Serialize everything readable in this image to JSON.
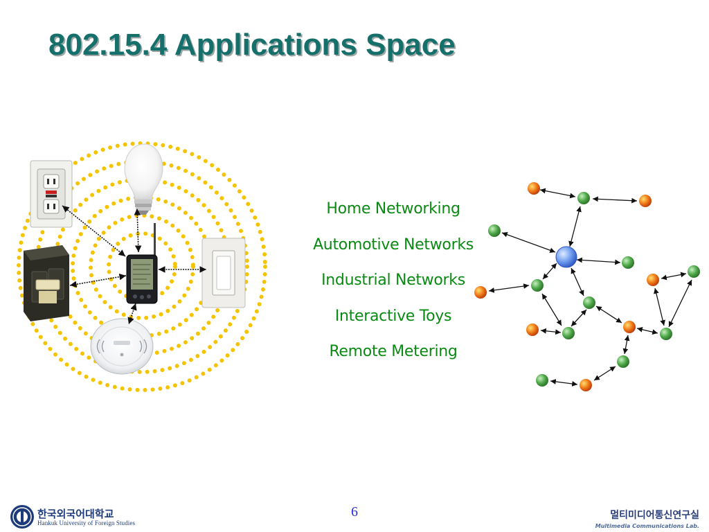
{
  "slide": {
    "title": "802.15.4 Applications Space",
    "page_number": "6"
  },
  "applications": [
    "Home Networking",
    "Automotive Networks",
    "Industrial Networks",
    "Interactive Toys",
    "Remote Metering"
  ],
  "footer": {
    "university_korean": "한국외국어대학교",
    "university_english": "Hankuk University of Foreign Studies",
    "lab_korean": "멀티미디어통신연구실",
    "lab_english": "Multimedia Communications Lab."
  },
  "colors": {
    "title": "#15706b",
    "list_text": "#0a8a12",
    "range_dots": "#f5c400",
    "coordinator_node": "#6f9cf0",
    "full_function_node": "#4fa84a",
    "end_device_node": "#f07818",
    "page_number": "#2a2ae0"
  },
  "icons": [
    "gfci-outlet-icon",
    "light-bulb-icon",
    "light-switch-icon",
    "circuit-breaker-icon",
    "pda-device-icon",
    "smoke-detector-icon",
    "university-seal-icon"
  ]
}
